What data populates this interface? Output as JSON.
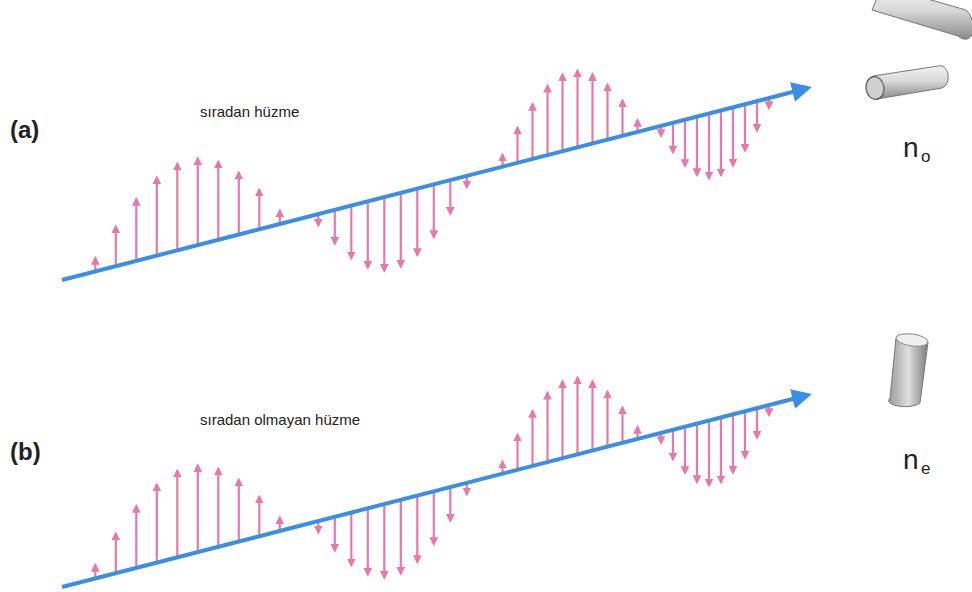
{
  "diagram": {
    "labels": [
      "(a)",
      "sıradan hüzme",
      "n",
      "o",
      "(b)",
      "sıradan olmayan hüzme",
      "n",
      "e"
    ]
  }
}
